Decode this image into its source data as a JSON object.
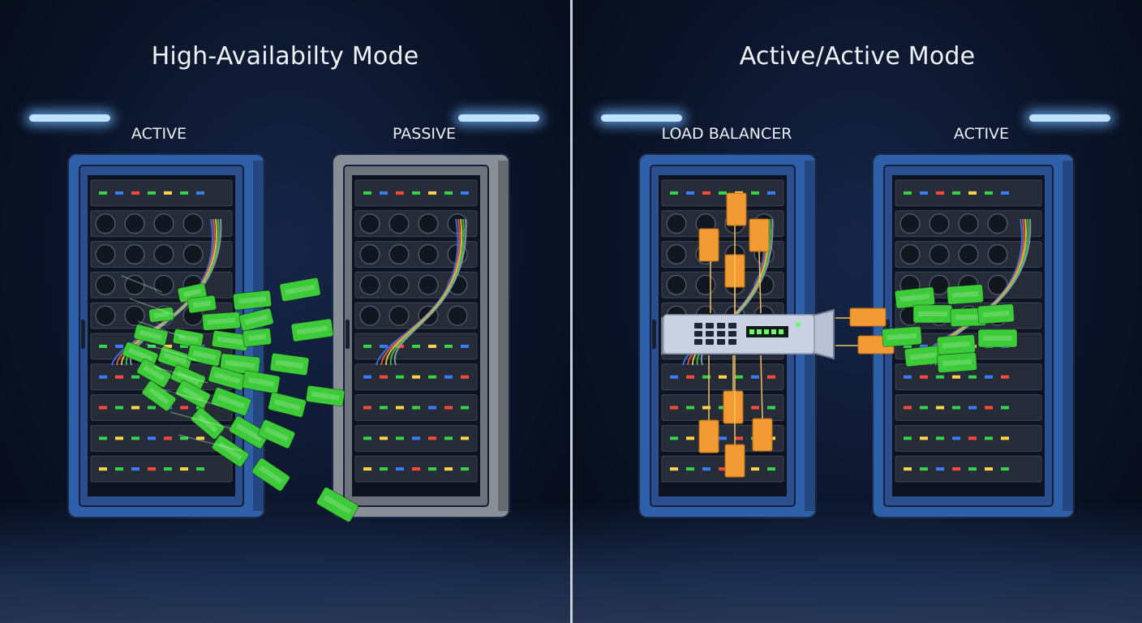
{
  "left_panel": {
    "title": "High-Availabilty Mode",
    "server_left_label": "ACTIVE",
    "server_right_label": "PASSIVE"
  },
  "right_panel": {
    "title": "Active/Active Mode",
    "server_left_label": "LOAD BALANCER",
    "server_right_label": "ACTIVE"
  },
  "colors": {
    "active_rack": "#2f5fa8",
    "passive_rack": "#8a8e96",
    "packet_green": "#3ecb3a",
    "packet_orange": "#f29a33",
    "lightbar": "#bfe2ff"
  },
  "icons": [
    "server-rack-icon",
    "data-packet-icon",
    "load-balancer-device-icon"
  ]
}
